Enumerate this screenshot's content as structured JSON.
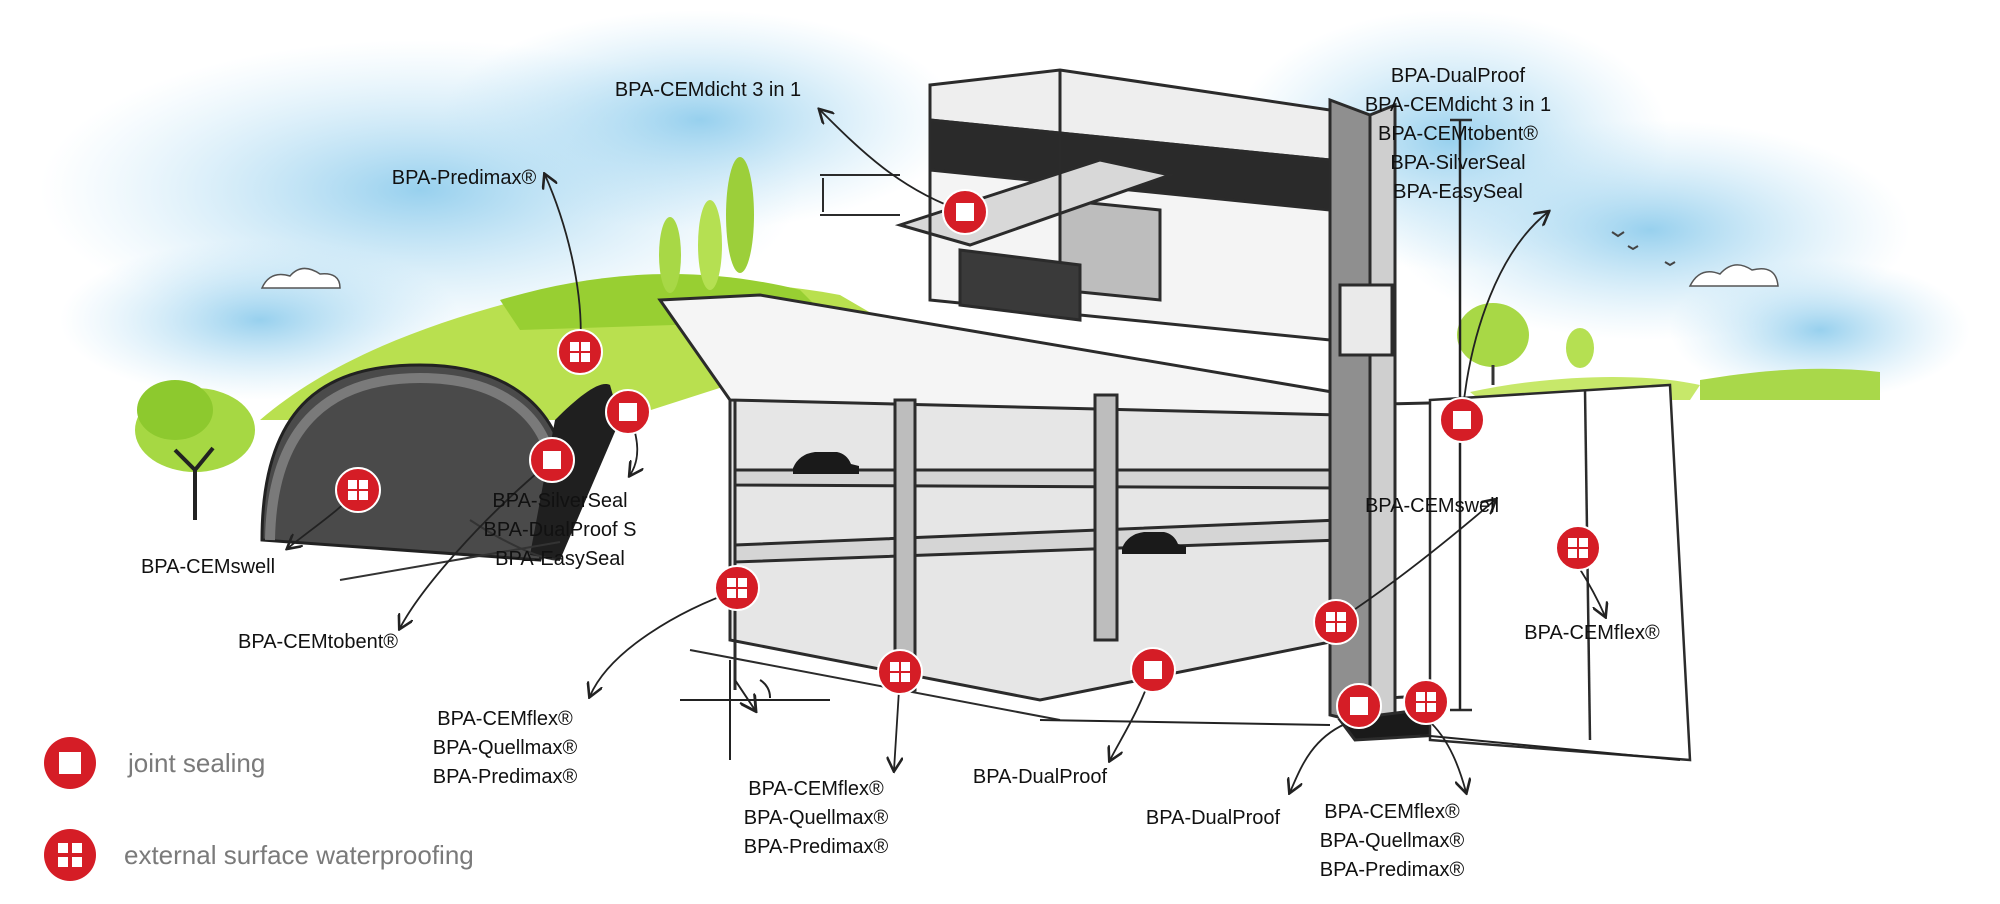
{
  "legend": {
    "joint": "joint sealing",
    "surface": "external surface waterproofing"
  },
  "labels": {
    "cemdicht_top": [
      "BPA-CEMdicht 3 in 1"
    ],
    "predimax_hill": [
      "BPA-Predimax®"
    ],
    "right_group": [
      "BPA-DualProof",
      "BPA-CEMdicht 3 in 1",
      "BPA-CEMtobent®",
      "BPA-SilverSeal",
      "BPA-EasySeal"
    ],
    "tunnel_group": [
      "BPA-SilverSeal",
      "BPA-DualProof S",
      "BPA-EasySeal"
    ],
    "tunnel_cemswell": [
      "BPA-CEMswell"
    ],
    "cemtobent": [
      "BPA-CEMtobent®"
    ],
    "left_group": [
      "BPA-CEMflex®",
      "BPA-Quellmax®",
      "BPA-Predimax®"
    ],
    "center_group": [
      "BPA-CEMflex®",
      "BPA-Quellmax®",
      "BPA-Predimax®"
    ],
    "dualproof_center": [
      "BPA-DualProof"
    ],
    "dualproof_right": [
      "BPA-DualProof"
    ],
    "bottom_right_group": [
      "BPA-CEMflex®",
      "BPA-Quellmax®",
      "BPA-Predimax®"
    ],
    "cemswell_right": [
      "BPA-CEMswell"
    ],
    "cemflex_right": [
      "BPA-CEMflex®"
    ]
  },
  "colors": {
    "marker_red": "#d51d26",
    "sky_blue": "#9fd2ee",
    "grass_green": "#a8d83e",
    "tunnel_dark": "#4a4a4a",
    "line_dark": "#2b2b2b"
  },
  "icons": {
    "joint": "square-marker-icon",
    "surface": "grid-marker-icon"
  }
}
